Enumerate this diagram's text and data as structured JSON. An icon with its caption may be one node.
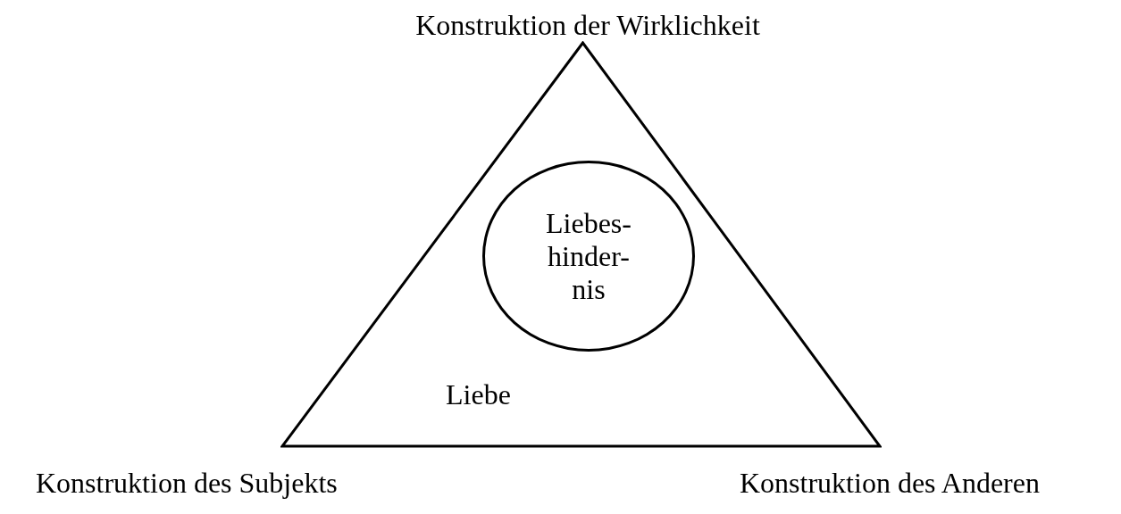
{
  "diagram": {
    "nodes": [
      {
        "text": [
          "Liebe"
        ]
      },
      {
        "text": [
          "Liebes- hinder- nis"
        ],
        "in": 0
      }
    ],
    "labels": [
      "Konstruktion der Wirklichkeit",
      "Konstruktion des Subjekts",
      "Konstruktion des Anderen"
    ]
  }
}
